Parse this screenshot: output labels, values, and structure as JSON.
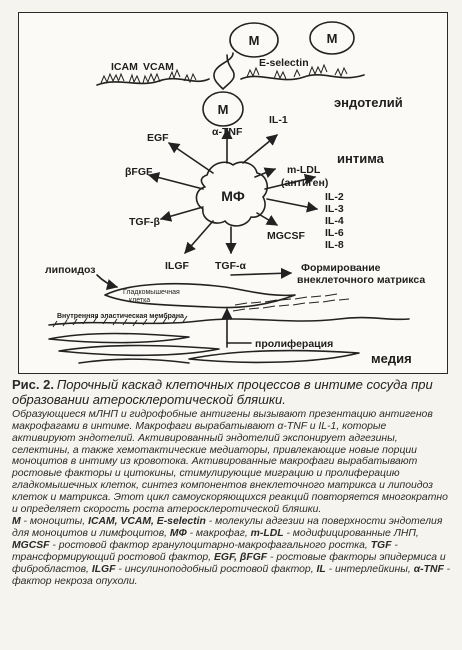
{
  "diagram": {
    "monocyte_free_1": "M",
    "monocyte_free_2": "M",
    "monocyte_bound": "M",
    "icam": "ICAM",
    "vcam": "VCAM",
    "e_selectin": "E-selectin",
    "endothelium": "эндотелий",
    "atnf": "α-TNF",
    "il1": "IL-1",
    "intima": "интима",
    "egf": "EGF",
    "bfgf": "βFGF",
    "mldl": "m-LDL",
    "antigen": "(антиген)",
    "macrophage": "МФ",
    "tgfb": "TGF-β",
    "mgcsf": "MGCSF",
    "ilgf": "ILGF",
    "tgfa": "TGF-α",
    "interleukins": [
      "IL-2",
      "IL-3",
      "IL-4",
      "IL-6",
      "IL-8"
    ],
    "lipoidosis": "липоидоз",
    "smooth_muscle_1": "Гладкомышечная",
    "smooth_muscle_2": "клетка",
    "formation_1": "Формирование",
    "formation_2": "внеклеточного матрикса",
    "elastic_membrane": "Внутренняя эластическая мембрана",
    "proliferation": "пролиферация",
    "media": "медия"
  },
  "caption": {
    "figure_number": "Рис. 2.",
    "figure_title": "Порочный каскад клеточных процессов в интиме сосуда при образовании атеросклеротической бляшки.",
    "description": "Образующиеся мЛНП и гидрофобные антигены вызывают презентацию антигенов макрофагами в интиме. Макрофаги вырабатывают α-TNF и IL-1, которые активируют эндотелий. Активированный эндотелий экспонирует адгезины, селектины, а также хемотактические медиаторы, привлекающие новые порции моноцитов в интиму из кровотока. Активированные макрофаги вырабатывают ростовые факторы и цитокины, стимулирующие миграцию и пролиферацию гладкомышечных клеток, синтез компонентов внеклеточного матрикса и липоидоз клеток и матрикса. Этот цикл самоускоряющихся реакций повторяется многократно и определяет скорость роста атеросклеротической бляшки.",
    "legend": [
      {
        "term": "M",
        "def": " - моноциты, "
      },
      {
        "term": "ICAM, VCAM, E-selectin",
        "def": " - молекулы адгезии на поверхности эндотелия для моноцитов и лимфоцитов, "
      },
      {
        "term": "МФ",
        "def": " - макрофаг, "
      },
      {
        "term": "m-LDL",
        "def": " - модифицированные ЛНП, "
      },
      {
        "term": "MGCSF",
        "def": " - ростовой фактор гранулоцитарно-макрофагального ростка, "
      },
      {
        "term": "TGF",
        "def": " - трансформирующий ростовой фактор, "
      },
      {
        "term": "EGF, βFGF",
        "def": " - ростовые факторы эпидермиса и фибробластов, "
      },
      {
        "term": "ILGF",
        "def": " - инсулиноподобный ростовой фактор, "
      },
      {
        "term": "IL",
        "def": " - интерлейкины, "
      },
      {
        "term": "α-TNF",
        "def": " - фактор некроза опухоли."
      }
    ]
  }
}
